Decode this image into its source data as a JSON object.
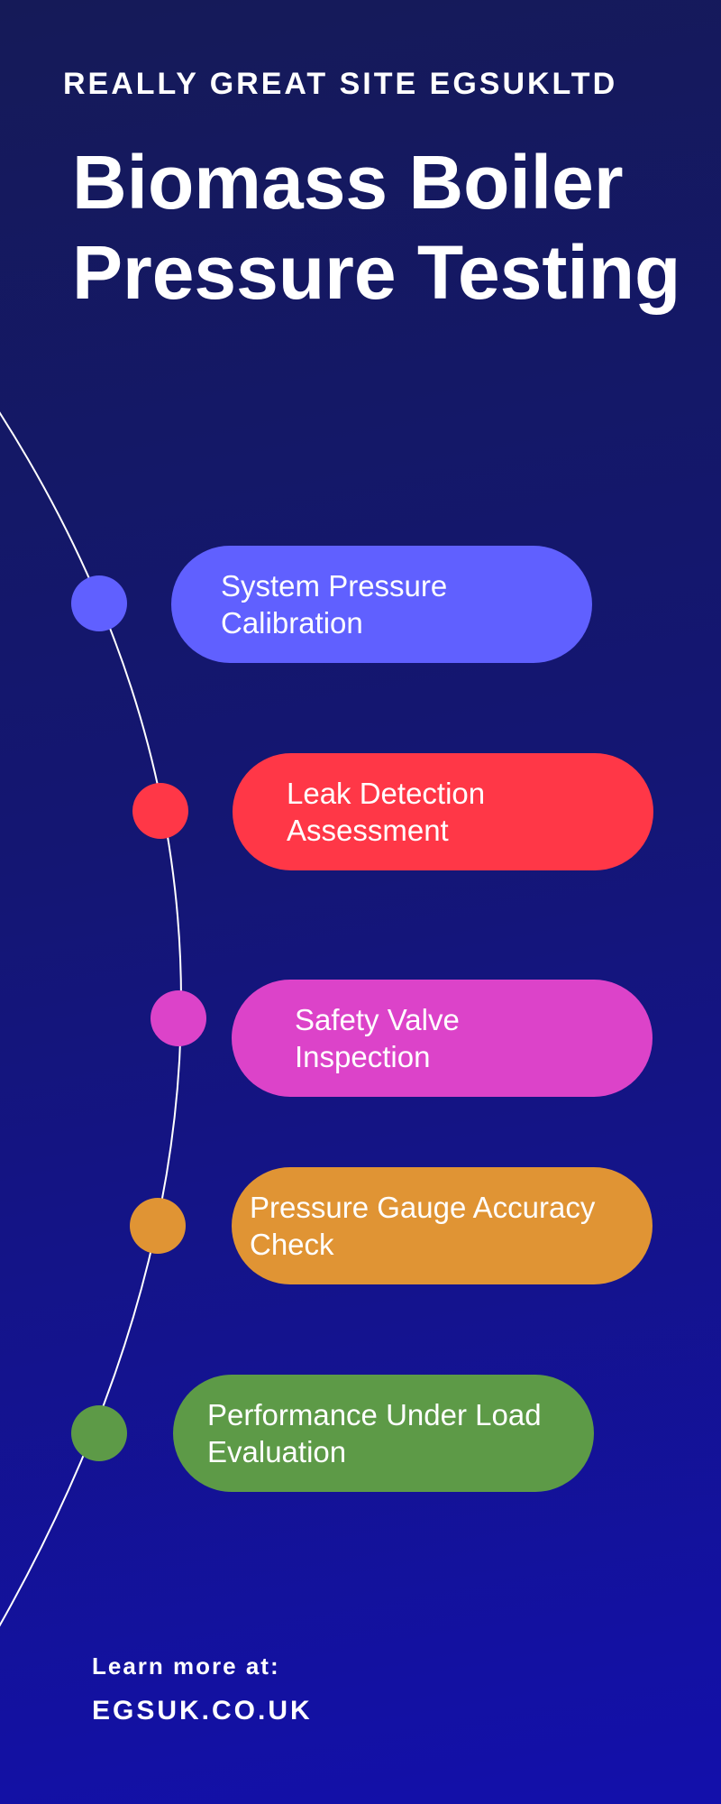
{
  "header": {
    "site_name": "REALLY GREAT SITE EGSUKLTD",
    "title_line1": "Biomass Boiler",
    "title_line2": "Pressure Testing"
  },
  "steps": [
    {
      "line1": "System Pressure",
      "line2": "Calibration",
      "color": "#6060ff"
    },
    {
      "line1": "Leak Detection",
      "line2": "Assessment",
      "color": "#ff3747"
    },
    {
      "line1": "Safety Valve",
      "line2": "Inspection",
      "color": "#dc43c9"
    },
    {
      "line1": "Pressure Gauge Accuracy",
      "line2": "Check",
      "color": "#e09434"
    },
    {
      "line1": "Performance Under Load",
      "line2": "Evaluation",
      "color": "#5d9a47"
    }
  ],
  "footer": {
    "learn_more": "Learn more at:",
    "url": "EGSUK.CO.UK"
  }
}
